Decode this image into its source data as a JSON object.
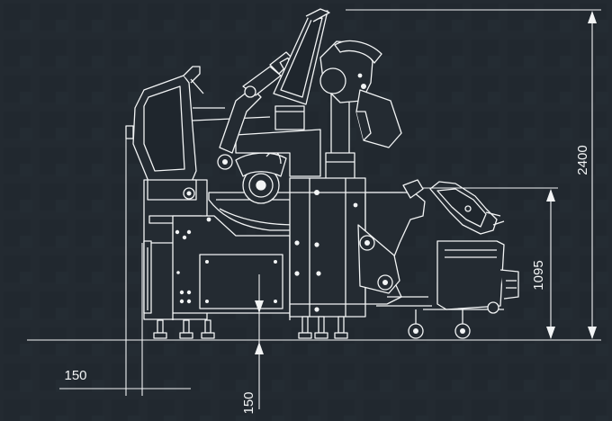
{
  "colors": {
    "background": "#232a31",
    "line": "#f2f4f5",
    "machine_fill": "#242b32",
    "tile": "#1e252c"
  },
  "dimensions": {
    "overall_height": "2400",
    "bowl_rim_height": "1095",
    "foot_clearance": "150",
    "foot_offset": "150"
  }
}
